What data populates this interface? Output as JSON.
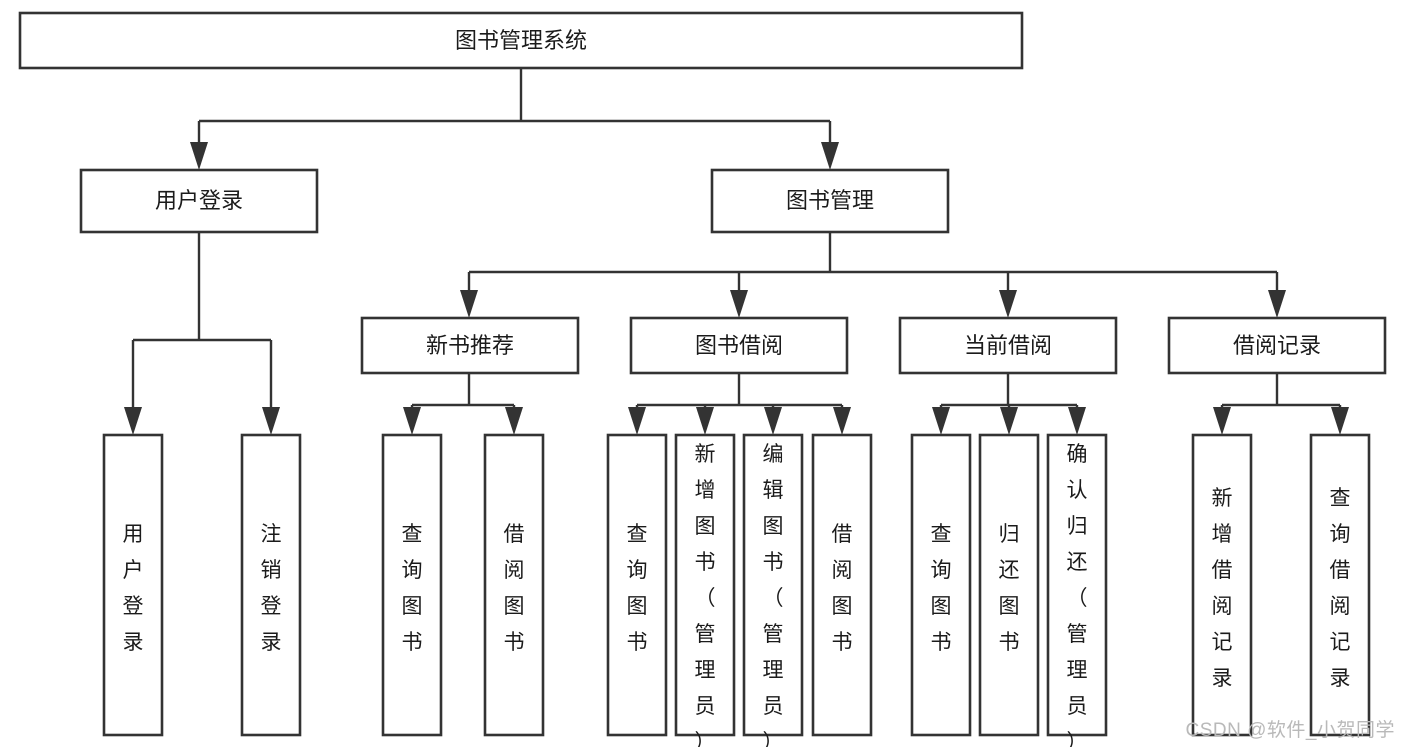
{
  "diagram": {
    "type": "tree",
    "title": "图书管理系统",
    "orientation": "top-down",
    "line_color": "#333333",
    "box_fill": "#ffffff",
    "text_color": "#1b1b1b",
    "root": {
      "id": "root",
      "label": "图书管理系统"
    },
    "level2": [
      {
        "id": "user-login",
        "label": "用户登录"
      },
      {
        "id": "book-manage",
        "label": "图书管理"
      }
    ],
    "level3": [
      {
        "id": "new-book-recommend",
        "label": "新书推荐",
        "parent": "book-manage"
      },
      {
        "id": "book-borrow",
        "label": "图书借阅",
        "parent": "book-manage"
      },
      {
        "id": "current-borrow",
        "label": "当前借阅",
        "parent": "book-manage"
      },
      {
        "id": "borrow-record",
        "label": "借阅记录",
        "parent": "book-manage"
      }
    ],
    "leaves": {
      "user-login": [
        {
          "id": "leaf-user-login",
          "label": "用户登录"
        },
        {
          "id": "leaf-logout",
          "label": "注销登录"
        }
      ],
      "new-book-recommend": [
        {
          "id": "leaf-query-book-1",
          "label": "查询图书"
        },
        {
          "id": "leaf-borrow-book-1",
          "label": "借阅图书"
        }
      ],
      "book-borrow": [
        {
          "id": "leaf-query-book-2",
          "label": "查询图书"
        },
        {
          "id": "leaf-add-book",
          "label": "新增图书（管理员）"
        },
        {
          "id": "leaf-edit-book",
          "label": "编辑图书（管理员）"
        },
        {
          "id": "leaf-borrow-book-2",
          "label": "借阅图书"
        }
      ],
      "current-borrow": [
        {
          "id": "leaf-query-book-3",
          "label": "查询图书"
        },
        {
          "id": "leaf-return-book",
          "label": "归还图书"
        },
        {
          "id": "leaf-confirm-return",
          "label": "确认归还（管理员）"
        }
      ],
      "borrow-record": [
        {
          "id": "leaf-add-record",
          "label": "新增借阅记录"
        },
        {
          "id": "leaf-query-record",
          "label": "查询借阅记录"
        }
      ]
    }
  },
  "watermark": {
    "text": "CSDN @软件_小贺同学"
  }
}
